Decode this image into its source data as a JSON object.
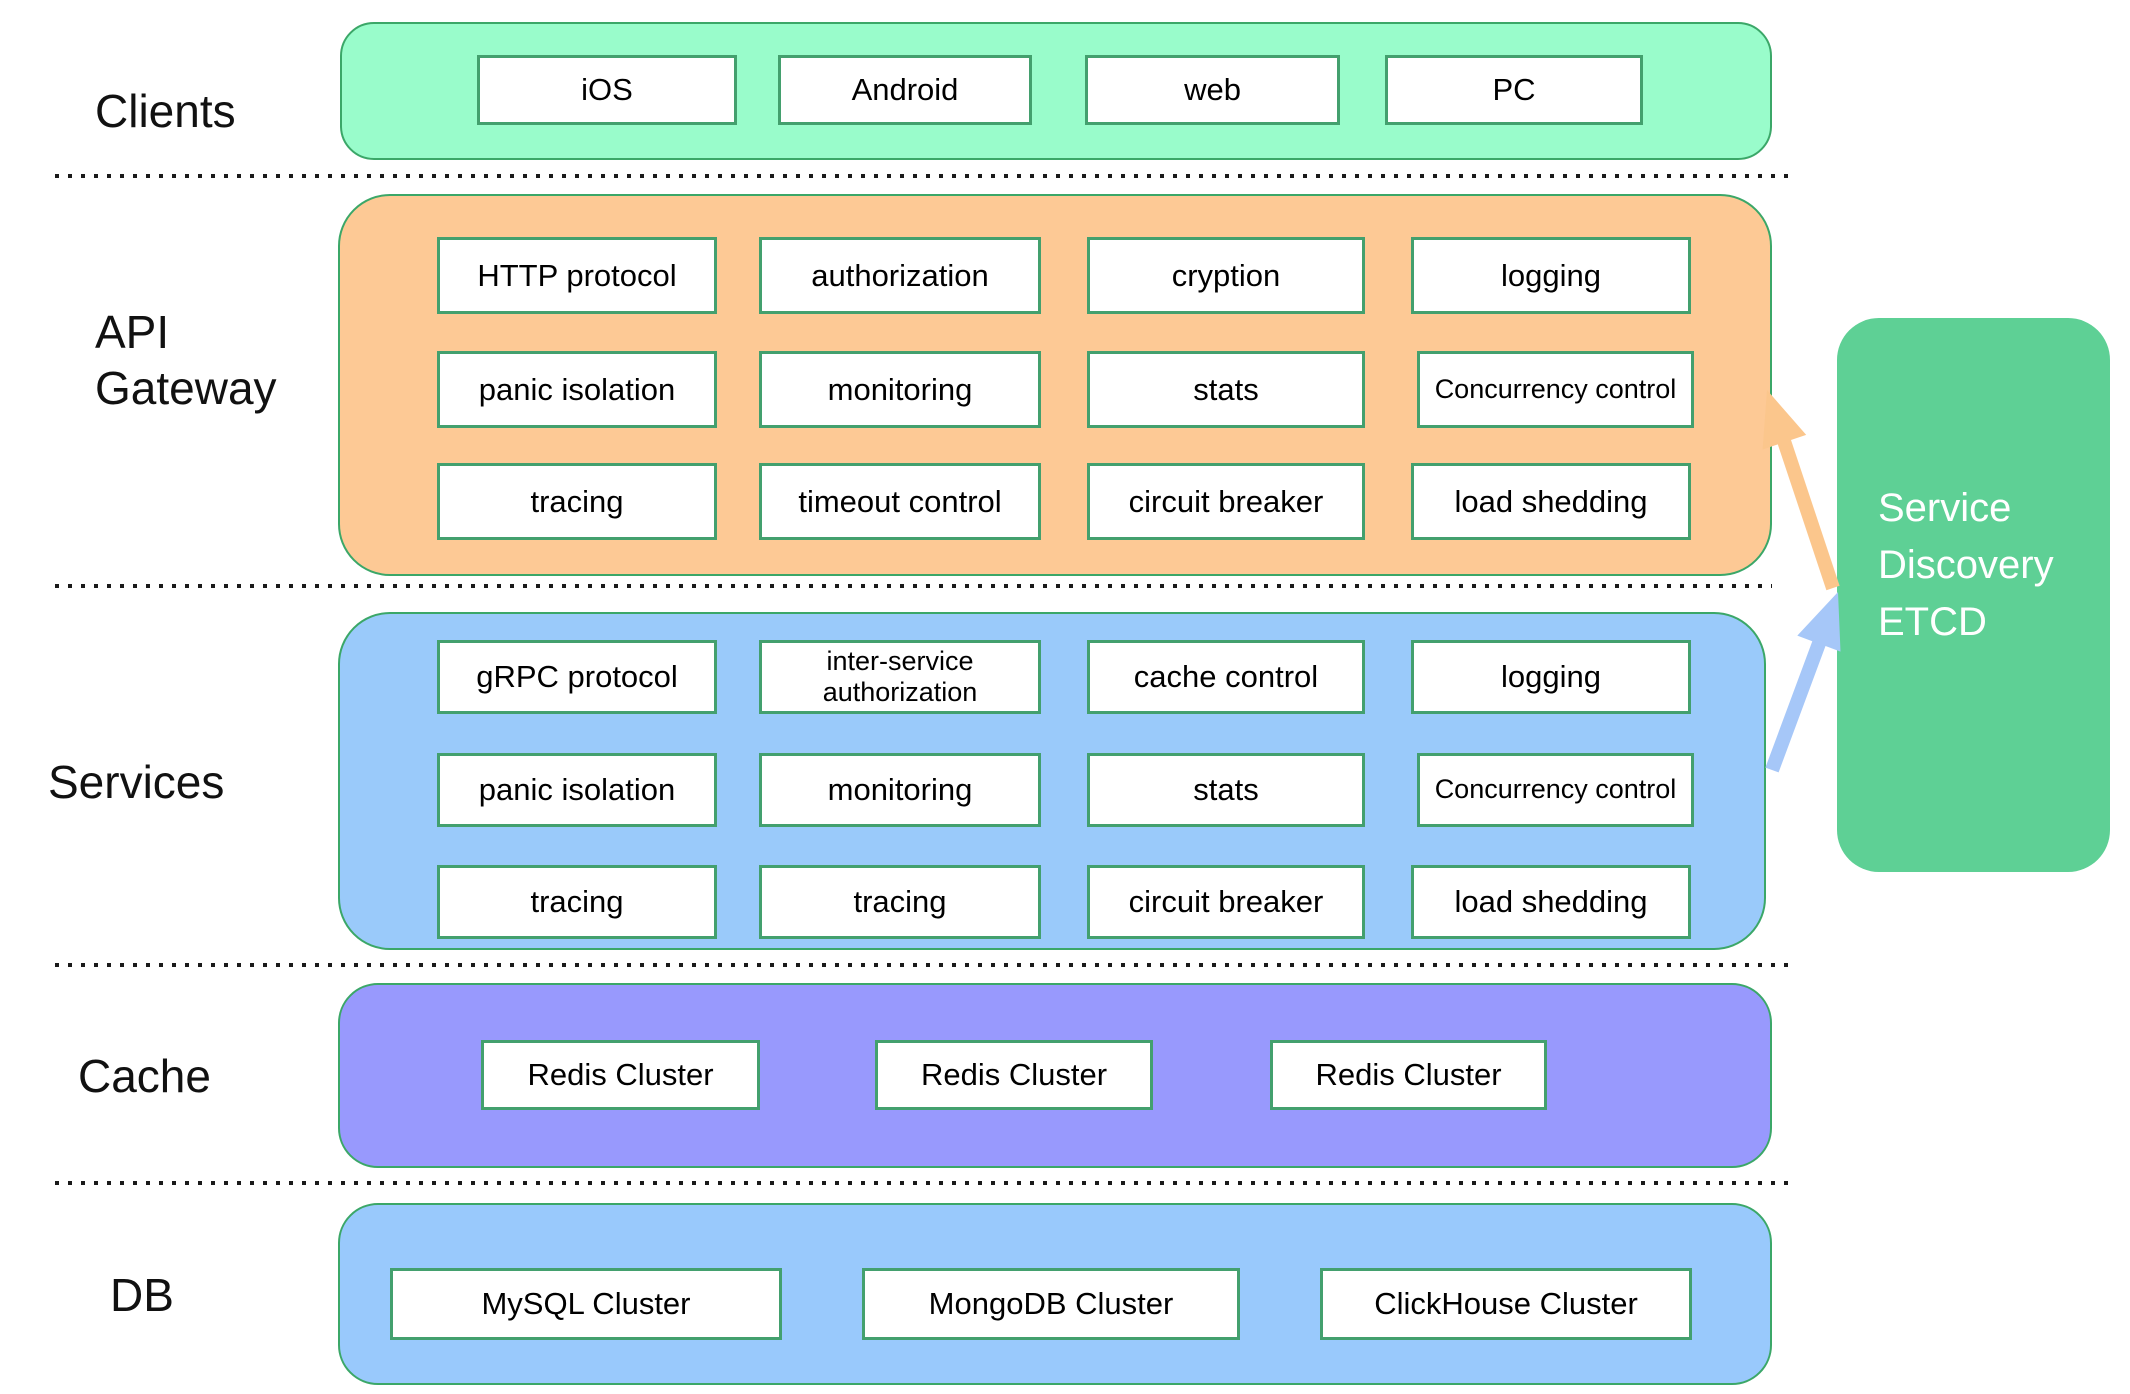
{
  "layers": {
    "clients": {
      "label": "Clients",
      "items": [
        "iOS",
        "Android",
        "web",
        "PC"
      ]
    },
    "api_gateway": {
      "label": "API Gateway",
      "label_lines": [
        "API",
        "Gateway"
      ],
      "rows": [
        [
          "HTTP protocol",
          "authorization",
          "cryption",
          "logging"
        ],
        [
          "panic isolation",
          "monitoring",
          "stats",
          "Concurrency control"
        ],
        [
          "tracing",
          "timeout control",
          "circuit breaker",
          "load shedding"
        ]
      ]
    },
    "services": {
      "label": "Services",
      "rows": [
        [
          "gRPC protocol",
          "inter-service authorization",
          "cache control",
          "logging"
        ],
        [
          "panic isolation",
          "monitoring",
          "stats",
          "Concurrency control"
        ],
        [
          "tracing",
          "tracing",
          "circuit breaker",
          "load shedding"
        ]
      ]
    },
    "cache": {
      "label": "Cache",
      "items": [
        "Redis Cluster",
        "Redis Cluster",
        "Redis Cluster"
      ]
    },
    "db": {
      "label": "DB",
      "items": [
        "MySQL Cluster",
        "MongoDB Cluster",
        "ClickHouse Cluster"
      ]
    }
  },
  "service_discovery": {
    "lines": [
      "Service",
      "Discovery",
      "ETCD"
    ]
  },
  "colors": {
    "clients_fill": "#99fccb",
    "api_gateway_fill": "#fdc995",
    "services_fill": "#9acafa",
    "cache_fill": "#9899fd",
    "db_fill": "#99c9fc",
    "etcd_fill": "#5ed095",
    "box_border": "#3ba768",
    "inner_border": "#43a06e",
    "arrow_orange": "#fbc68c",
    "arrow_blue": "#a6c7f8"
  }
}
